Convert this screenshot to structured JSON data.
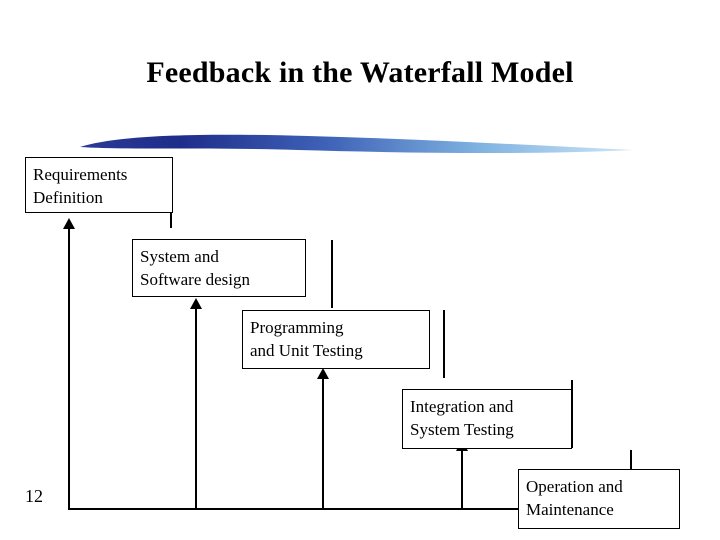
{
  "slide": {
    "title": "Feedback in the Waterfall Model",
    "page_number": "12",
    "background_color": "#ffffff",
    "text_color": "#000000",
    "decoration": {
      "name": "swoosh-bar",
      "gradient_from": "#1f2d8a",
      "gradient_to": "#bcdcf5"
    }
  },
  "stages": [
    {
      "id": "requirements",
      "line1": "Requirements",
      "line2": "Definition"
    },
    {
      "id": "design",
      "line1": "System and",
      "line2": "Software design"
    },
    {
      "id": "programming",
      "line1": "Programming",
      "line2": "and Unit Testing"
    },
    {
      "id": "integration",
      "line1": "Integration and",
      "line2": "System Testing"
    },
    {
      "id": "operation",
      "line1": "Operation and",
      "line2": "Maintenance"
    }
  ]
}
